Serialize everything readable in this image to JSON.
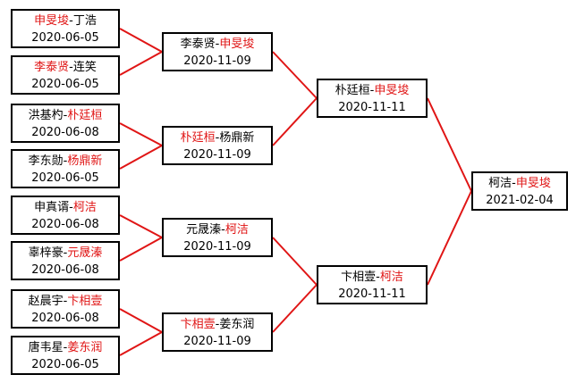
{
  "line_color": "#e01515",
  "winner_color": "#e01515",
  "rounds": [
    {
      "name": "round-1",
      "matches": [
        {
          "p1": "申旻埈",
          "p2": "丁浩",
          "winner": 1,
          "date": "2020-06-05"
        },
        {
          "p1": "李泰贤",
          "p2": "连笑",
          "winner": 1,
          "date": "2020-06-05"
        },
        {
          "p1": "洪基杓",
          "p2": "朴廷桓",
          "winner": 2,
          "date": "2020-06-08"
        },
        {
          "p1": "李东勋",
          "p2": "杨鼎新",
          "winner": 2,
          "date": "2020-06-05"
        },
        {
          "p1": "申真谞",
          "p2": "柯洁",
          "winner": 2,
          "date": "2020-06-08"
        },
        {
          "p1": "辜梓豪",
          "p2": "元晟溱",
          "winner": 2,
          "date": "2020-06-08"
        },
        {
          "p1": "赵晨宇",
          "p2": "卞相壹",
          "winner": 2,
          "date": "2020-06-08"
        },
        {
          "p1": "唐韦星",
          "p2": "姜东润",
          "winner": 2,
          "date": "2020-06-05"
        }
      ]
    },
    {
      "name": "round-2",
      "matches": [
        {
          "p1": "李泰贤",
          "p2": "申旻埈",
          "winner": 2,
          "date": "2020-11-09"
        },
        {
          "p1": "朴廷桓",
          "p2": "杨鼎新",
          "winner": 1,
          "date": "2020-11-09"
        },
        {
          "p1": "元晟溱",
          "p2": "柯洁",
          "winner": 2,
          "date": "2020-11-09"
        },
        {
          "p1": "卞相壹",
          "p2": "姜东润",
          "winner": 1,
          "date": "2020-11-09"
        }
      ]
    },
    {
      "name": "semifinal",
      "matches": [
        {
          "p1": "朴廷桓",
          "p2": "申旻埈",
          "winner": 2,
          "date": "2020-11-11"
        },
        {
          "p1": "卞相壹",
          "p2": "柯洁",
          "winner": 2,
          "date": "2020-11-11"
        }
      ]
    },
    {
      "name": "final",
      "matches": [
        {
          "p1": "柯洁",
          "p2": "申旻埈",
          "winner": 2,
          "date": "2021-02-04"
        }
      ]
    }
  ],
  "separator": "-"
}
